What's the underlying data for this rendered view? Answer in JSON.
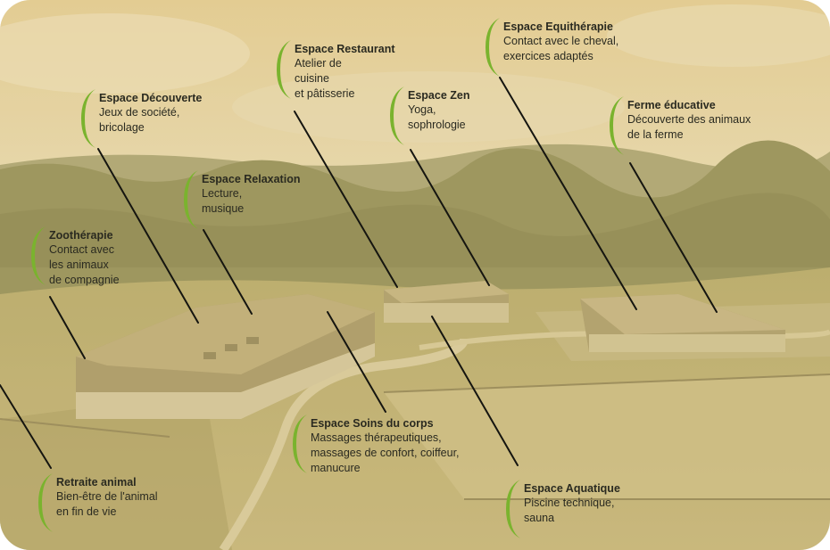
{
  "colors": {
    "sky": "#e4d3a3",
    "tint": "#c9b36d",
    "trees": "#8c8a55",
    "field": "#bfb478",
    "leader": "#151510",
    "accent_green": "#7ab32e"
  },
  "icons": {
    "bracket": "green-curly-bracket-icon"
  },
  "callouts": [
    {
      "id": "espace-equitherapie",
      "title": "Espace Equithérapie",
      "desc": "Contact avec le cheval,\nexercices adaptés"
    },
    {
      "id": "espace-restaurant",
      "title": "Espace Restaurant",
      "desc": "Atelier de\ncuisine\net pâtisserie"
    },
    {
      "id": "espace-decouverte",
      "title": "Espace Découverte",
      "desc": "Jeux de société,\nbricolage"
    },
    {
      "id": "espace-zen",
      "title": "Espace Zen",
      "desc": "Yoga,\nsophrologie"
    },
    {
      "id": "ferme-educative",
      "title": "Ferme éducative",
      "desc": "Découverte des animaux\nde la ferme"
    },
    {
      "id": "espace-relaxation",
      "title": "Espace Relaxation",
      "desc": "Lecture,\nmusique"
    },
    {
      "id": "zootherapie",
      "title": "Zoothérapie",
      "desc": "Contact avec\nles animaux\nde compagnie"
    },
    {
      "id": "espace-soins-du-corps",
      "title": "Espace Soins du corps",
      "desc": "Massages thérapeutiques,\nmassages de confort, coiffeur,\nmanucure"
    },
    {
      "id": "retraite-animal",
      "title": "Retraite animal",
      "desc": "Bien-être de l'animal\nen fin de vie"
    },
    {
      "id": "espace-aquatique",
      "title": "Espace Aquatique",
      "desc": "Piscine technique,\nsauna"
    }
  ]
}
